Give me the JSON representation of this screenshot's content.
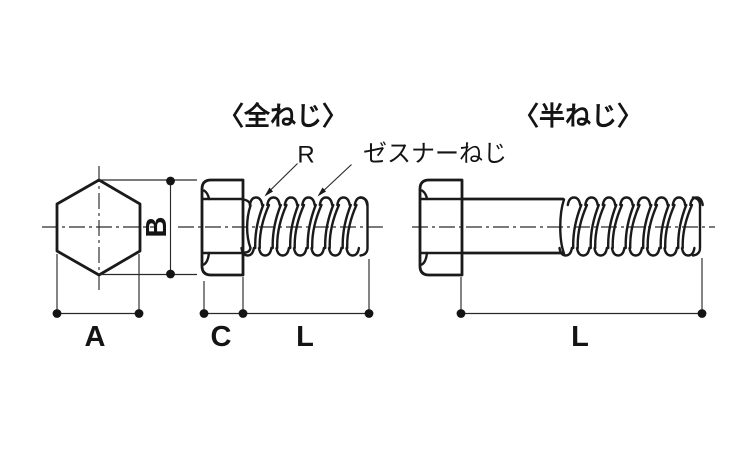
{
  "diagram": {
    "titles": {
      "full_thread": "〈全ねじ〉",
      "half_thread": "〈半ねじ〉"
    },
    "labels": {
      "fillet_radius": "R",
      "thread_name": "ゼスナーねじ"
    },
    "dimensions": {
      "across_flats": "A",
      "across_corners": "B",
      "head_height": "C",
      "full_thread_length": "L",
      "half_thread_length": "L"
    },
    "colors": {
      "line": "#1a1a1a",
      "background": "#ffffff"
    }
  }
}
